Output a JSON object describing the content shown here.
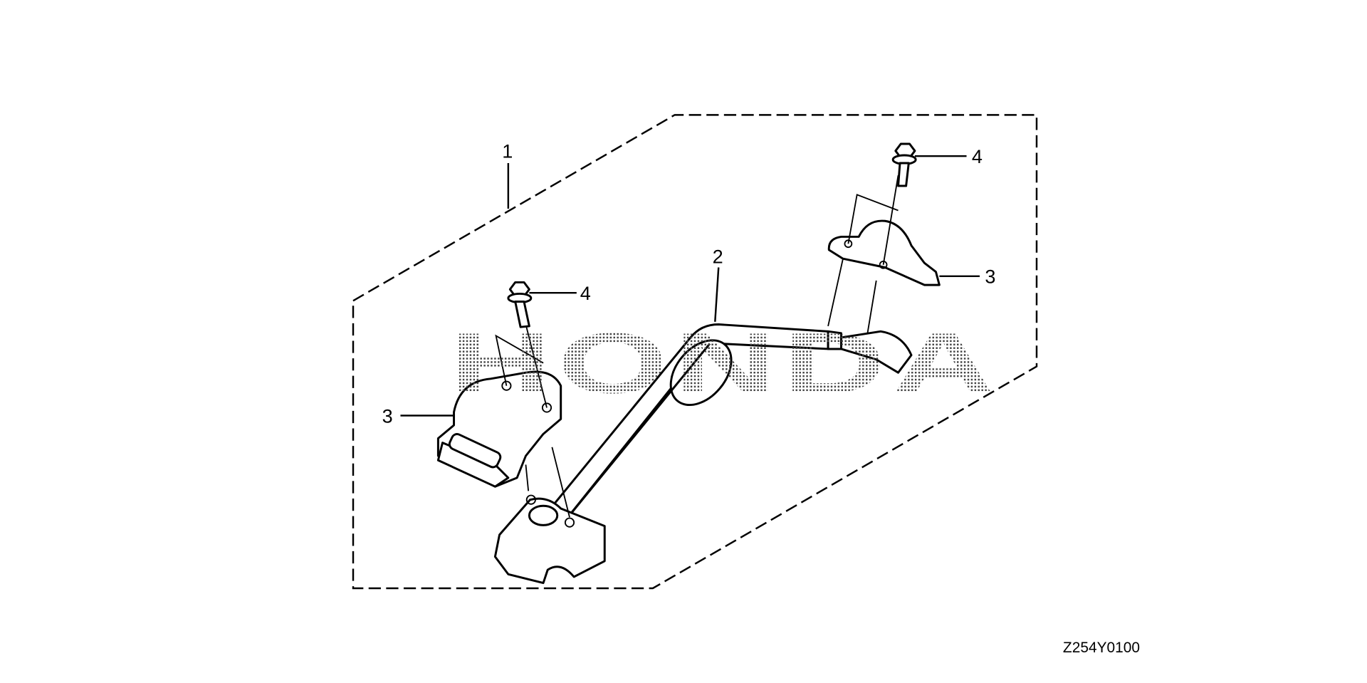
{
  "diagram": {
    "callouts": {
      "assembly": "1",
      "handle_bar": "2",
      "clamp_right": "3",
      "clamp_left": "3",
      "bolt_right": "4",
      "bolt_left": "4"
    },
    "watermark": "HONDA",
    "drawing_code": "Z254Y0100"
  }
}
